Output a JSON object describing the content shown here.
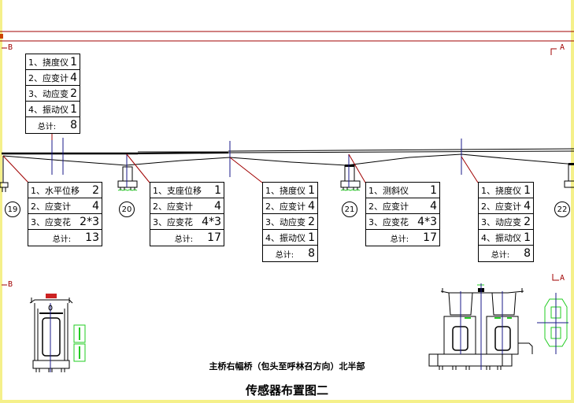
{
  "drawing": {
    "subtitle": "主桥右幅桥（包头至呼林召方向）北半部",
    "title": "传感器布置图二",
    "section_marks": {
      "left": "B",
      "right": "A"
    },
    "section_labels": {
      "left_bottom": "B",
      "right_bottom": "A"
    },
    "pier_numbers": [
      "19",
      "20",
      "21",
      "22"
    ],
    "colors": {
      "section_line": "#a00000",
      "leader": "#a00000",
      "axis": "#1a1a8a",
      "sensor": "#22cc22",
      "frame": "#f5f08a"
    }
  },
  "tables": [
    {
      "id": "top-left",
      "rows": [
        {
          "label": "1、挠度仪",
          "value": "1"
        },
        {
          "label": "2、应变计",
          "value": "4"
        },
        {
          "label": "3、动应变",
          "value": "2"
        },
        {
          "label": "4、振动仪",
          "value": "1"
        }
      ],
      "total_label": "总计:",
      "total": "8"
    },
    {
      "id": "span-19-20",
      "rows": [
        {
          "label": "1、水平位移",
          "value": "2"
        },
        {
          "label": "2、应变计",
          "value": "4"
        },
        {
          "label": "3、应变花",
          "value": "2*3"
        }
      ],
      "total_label": "总计:",
      "total": "13"
    },
    {
      "id": "pier-20",
      "rows": [
        {
          "label": "1、支座位移",
          "value": "1"
        },
        {
          "label": "2、应变计",
          "value": "4"
        },
        {
          "label": "3、应变花",
          "value": "4*3"
        }
      ],
      "total_label": "总计:",
      "total": "17"
    },
    {
      "id": "span-20-21",
      "rows": [
        {
          "label": "1、挠度仪",
          "value": "1"
        },
        {
          "label": "2、应变计",
          "value": "4"
        },
        {
          "label": "3、动应变",
          "value": "2"
        },
        {
          "label": "4、振动仪",
          "value": "1"
        }
      ],
      "total_label": "总计:",
      "total": "8"
    },
    {
      "id": "pier-21",
      "rows": [
        {
          "label": "1、测斜仪",
          "value": "1"
        },
        {
          "label": "2、应变计",
          "value": "4"
        },
        {
          "label": "3、应变花",
          "value": "4*3"
        }
      ],
      "total_label": "总计:",
      "total": "17"
    },
    {
      "id": "span-21-22",
      "rows": [
        {
          "label": "1、挠度仪",
          "value": "1"
        },
        {
          "label": "2、应变计",
          "value": "4"
        },
        {
          "label": "3、动应变",
          "value": "2"
        },
        {
          "label": "4、振动仪",
          "value": "1"
        }
      ],
      "total_label": "总计:",
      "total": "8"
    }
  ]
}
